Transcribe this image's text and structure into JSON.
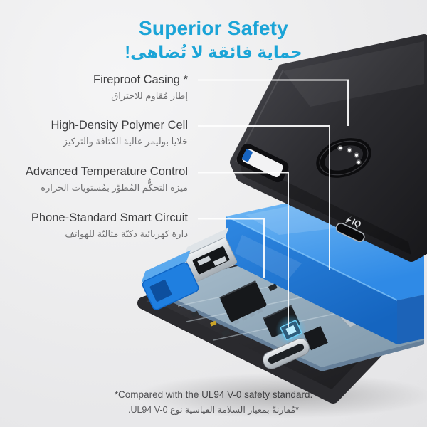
{
  "header": {
    "title": "Superior Safety",
    "title_ar": "حماية فائقة لا تُضاهى!",
    "accent_color": "#1BA4D7"
  },
  "features": [
    {
      "label": "Fireproof Casing *",
      "label_ar": "إطار مُقاوم للاحتراق"
    },
    {
      "label": "High-Density Polymer Cell",
      "label_ar": "خلايا بوليمر عالية الكثافة والتركيز"
    },
    {
      "label": "Advanced Temperature Control",
      "label_ar": "ميزة التحكُّم المُطوَّر بمُستويات الحرارة"
    },
    {
      "label": "Phone-Standard Smart Circuit",
      "label_ar": "دارة كهربائية ذكيّة مثاليّة للهواتف"
    }
  ],
  "device": {
    "port_label": "IQ",
    "led_dots": 4,
    "colors": {
      "accent": "#1BA4D7",
      "battery_blue": "#2F88E2",
      "connector_blue": "#1F7FE0",
      "temperature_glow": "#4FC3F7",
      "case_black": "#232327"
    }
  },
  "footnote": {
    "en": "*Compared with the UL94 V-0 safety standard.",
    "ar": "*مُقارنةً بمعيار السلامة القياسية نوع UL94 V-0."
  }
}
